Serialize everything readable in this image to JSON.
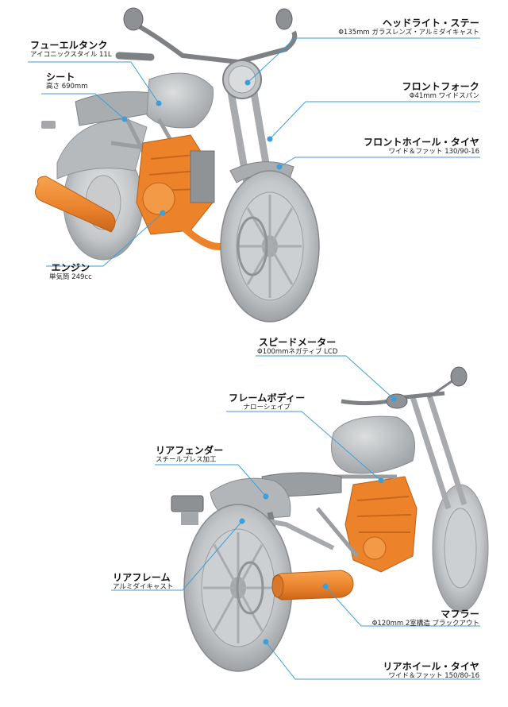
{
  "labels": {
    "fuel_tank": {
      "title": "フューエルタンク",
      "detail": "アイコニックスタイル 11L"
    },
    "headlight": {
      "title": "ヘッドライト・ステー",
      "detail": "Φ135mm ガラスレンズ・アルミダイキャスト"
    },
    "seat": {
      "title": "シート",
      "detail": "高さ 690mm"
    },
    "front_fork": {
      "title": "フロントフォーク",
      "detail": "Φ41mm ワイドスパン"
    },
    "front_wheel": {
      "title": "フロントホイール・タイヤ",
      "detail": "ワイド＆ファット 130/90-16"
    },
    "engine": {
      "title": "エンジン",
      "detail": "単気筒 249cc"
    },
    "speedometer": {
      "title": "スピードメーター",
      "detail": "Φ100mmネガティブ LCD"
    },
    "frame_body": {
      "title": "フレームボディー",
      "detail": "ナローシェイプ"
    },
    "rear_fender": {
      "title": "リアフェンダー",
      "detail": "スチールプレス加工"
    },
    "rear_frame": {
      "title": "リアフレーム",
      "detail": "アルミダイキャスト"
    },
    "muffler": {
      "title": "マフラー",
      "detail": "Φ120mm 2室構造 ブラックアウト"
    },
    "rear_wheel": {
      "title": "リアホイール・タイヤ",
      "detail": "ワイド＆ファット 150/80-16"
    }
  },
  "colors": {
    "body_gray": "#b9bcbe",
    "dark_gray": "#8c9093",
    "engine_orange": "#ee8327",
    "leader_blue": "#3d9ed8"
  }
}
